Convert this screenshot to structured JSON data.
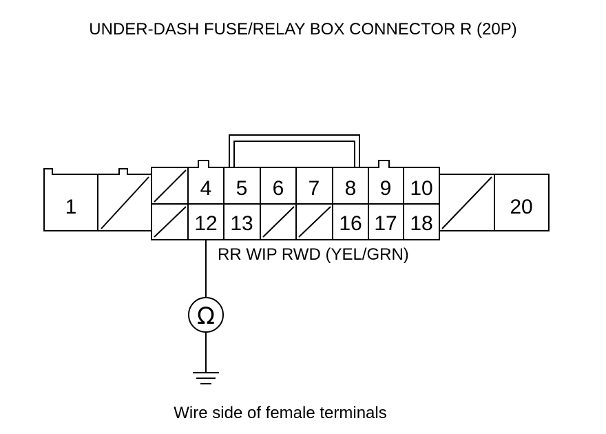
{
  "title": "UNDER-DASH FUSE/RELAY BOX CONNECTOR R (20P)",
  "top_row_pins": [
    {
      "label": "1"
    },
    {
      "label": ""
    },
    {
      "label": ""
    },
    {
      "label": "4"
    },
    {
      "label": "5"
    },
    {
      "label": "6"
    },
    {
      "label": "7"
    },
    {
      "label": "8"
    },
    {
      "label": "9"
    },
    {
      "label": "10"
    },
    {
      "label": ""
    },
    {
      "label": "20"
    }
  ],
  "bottom_row_pins": [
    {
      "label": ""
    },
    {
      "label": "12"
    },
    {
      "label": "13"
    },
    {
      "label": ""
    },
    {
      "label": ""
    },
    {
      "label": "16"
    },
    {
      "label": "17"
    },
    {
      "label": "18"
    }
  ],
  "wire_label": "RR WIP RWD (YEL/GRN)",
  "meter_symbol": "Ω",
  "caption": "Wire side of female terminals"
}
